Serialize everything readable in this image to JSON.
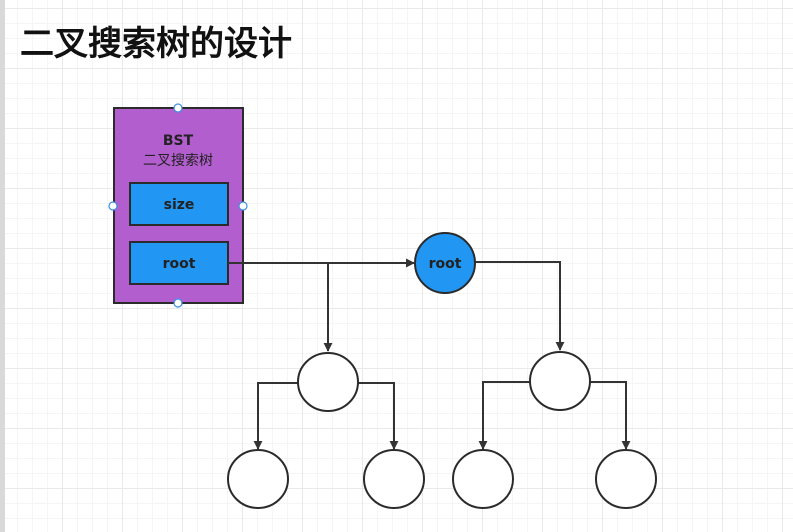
{
  "page": {
    "title": "二叉搜索树的设计"
  },
  "bst_class": {
    "name": "BST",
    "subtitle": "二叉搜索树",
    "fill_color": "#b35ecf",
    "fields": [
      {
        "label": "size"
      },
      {
        "label": "root"
      }
    ],
    "field_color": "#2196f3"
  },
  "tree": {
    "root_label": "root",
    "root_color": "#2196f3",
    "node_color": "#ffffff",
    "edge_color": "#333333"
  }
}
